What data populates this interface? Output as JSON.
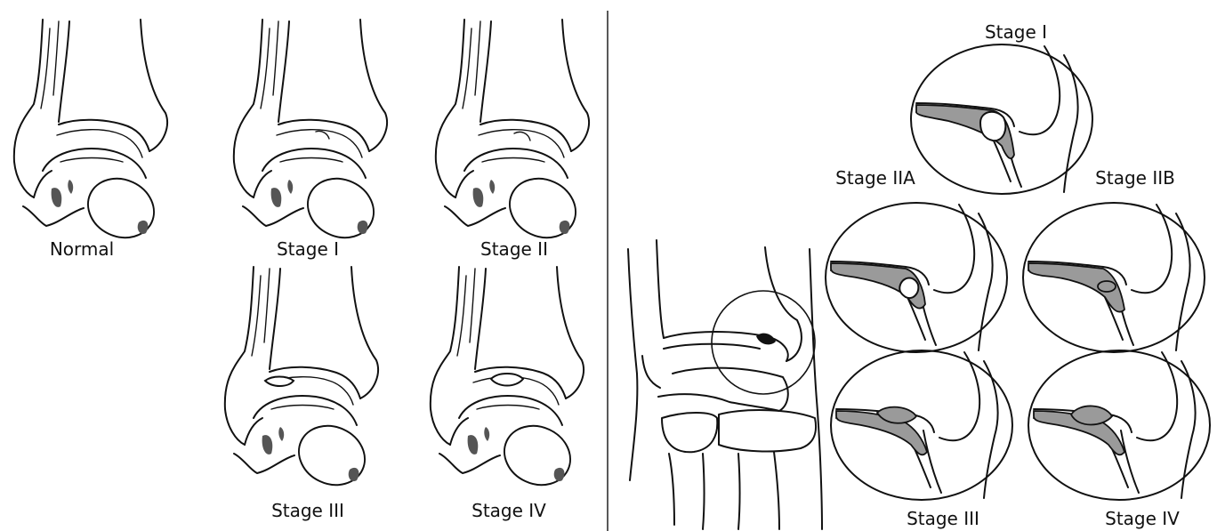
{
  "left_panel": {
    "labels": [
      "Normal",
      "Stage I",
      "Stage II",
      "Stage III",
      "Stage IV"
    ]
  },
  "right_panel": {
    "labels": [
      "Stage I",
      "Stage IIA",
      "Stage IIB",
      "Stage III",
      "Stage IV"
    ]
  }
}
